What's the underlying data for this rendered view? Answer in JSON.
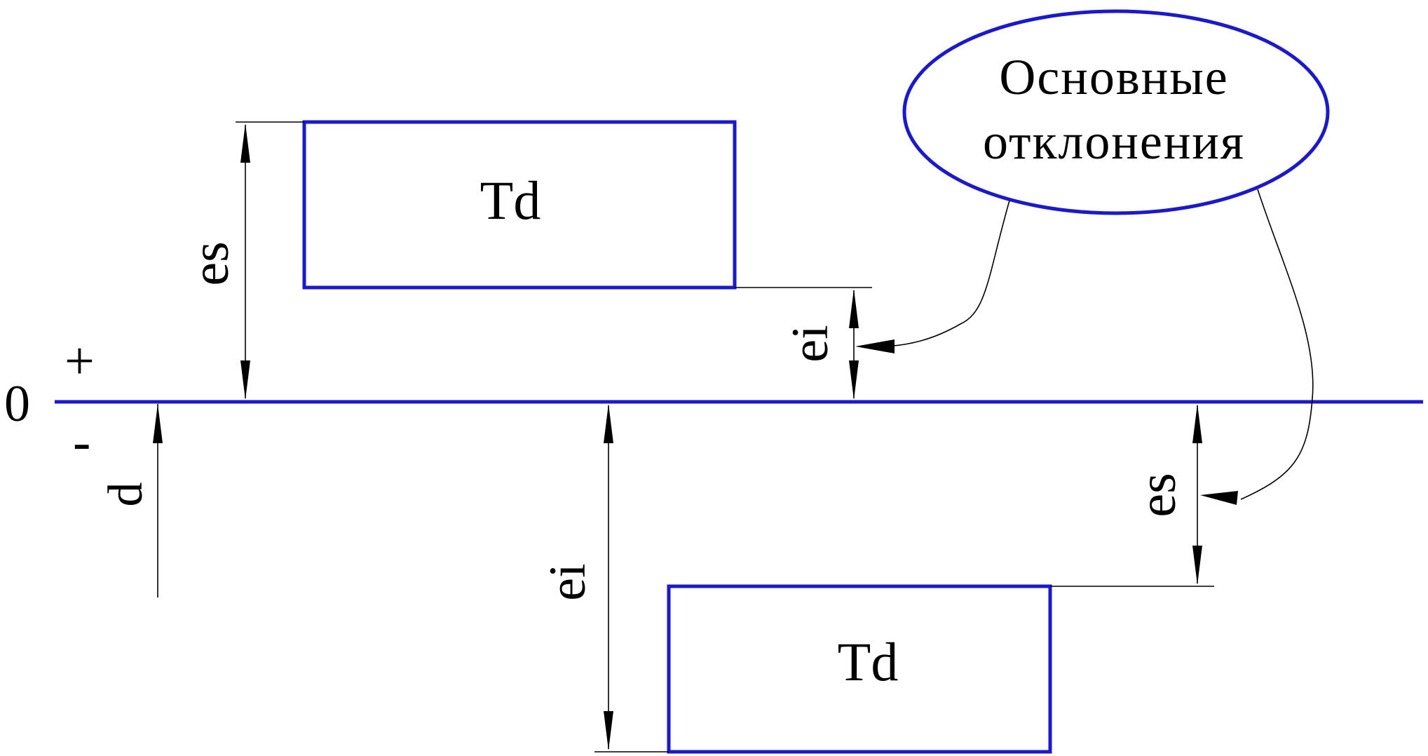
{
  "labels": {
    "zero": "0",
    "plus": "+",
    "minus": "-",
    "diameter": "d",
    "tolerance_upper": "Td",
    "tolerance_lower": "Td",
    "es_upper": "es",
    "ei_upper": "ei",
    "ei_lower": "ei",
    "es_lower": "es",
    "callout_line1": "Основные",
    "callout_line2": "отклонения"
  },
  "colors": {
    "zero_line": "#1a1acc",
    "tolerance_box": "#1a1acc",
    "callout_ellipse": "#1a1acc",
    "dimension_lines": "#000000",
    "text": "#000000"
  }
}
